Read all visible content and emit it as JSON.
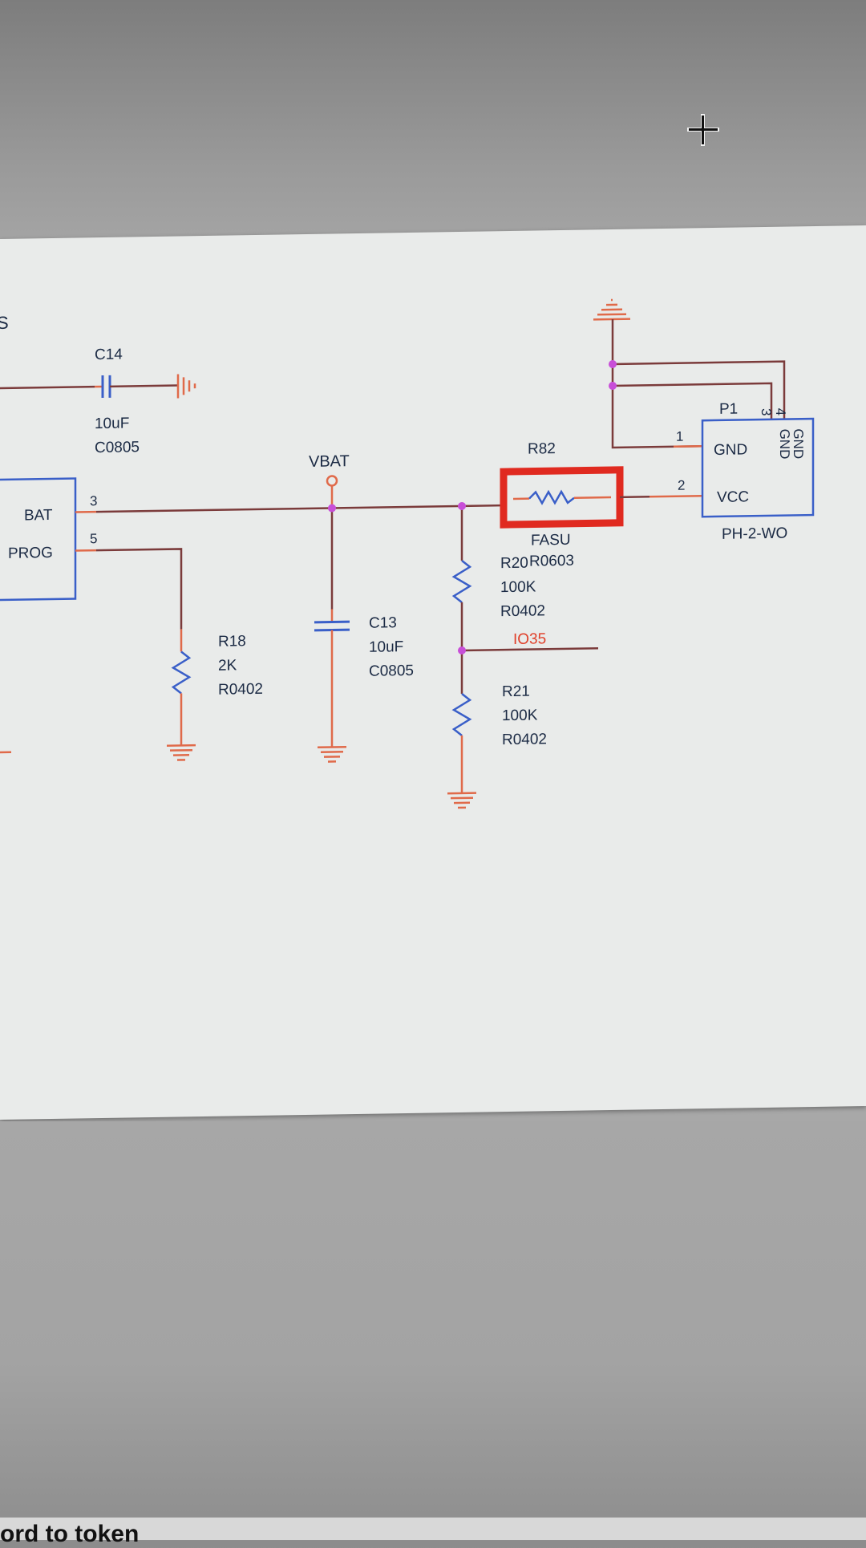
{
  "screen": {
    "cursor_icon": "crosshair-cursor",
    "bottom_text": "ord to token"
  },
  "schematic": {
    "partial_label_left": "S",
    "colors": {
      "wire": "#7b3b3b",
      "pin": "#e06a4a",
      "component": "#3a5fc8",
      "junction": "#c84fd8",
      "highlight": "#e02a20",
      "net_label": "#e0402a",
      "text": "#1b2a44"
    },
    "ic": {
      "pins": [
        {
          "name": "BAT",
          "number": "3"
        },
        {
          "name": "PROG",
          "number": "5"
        }
      ]
    },
    "c14": {
      "ref": "C14",
      "value": "10uF",
      "footprint": "C0805"
    },
    "vbat": {
      "label": "VBAT"
    },
    "c13": {
      "ref": "C13",
      "value": "10uF",
      "footprint": "C0805"
    },
    "r18": {
      "ref": "R18",
      "value": "2K",
      "footprint": "R0402"
    },
    "r82": {
      "ref": "R82",
      "value": "FASU",
      "footprint": "R0603",
      "selected": true
    },
    "r20": {
      "ref": "R20",
      "value": "100K",
      "footprint": "R0402"
    },
    "r21": {
      "ref": "R21",
      "value": "100K",
      "footprint": "R0402"
    },
    "net_io35": {
      "label": "IO35"
    },
    "p1": {
      "ref": "P1",
      "footprint": "PH-2-WO",
      "pins": [
        {
          "number": "1",
          "name": "GND"
        },
        {
          "number": "2",
          "name": "VCC"
        },
        {
          "number": "3",
          "name": "GND"
        },
        {
          "number": "4",
          "name": "GND"
        }
      ]
    }
  }
}
